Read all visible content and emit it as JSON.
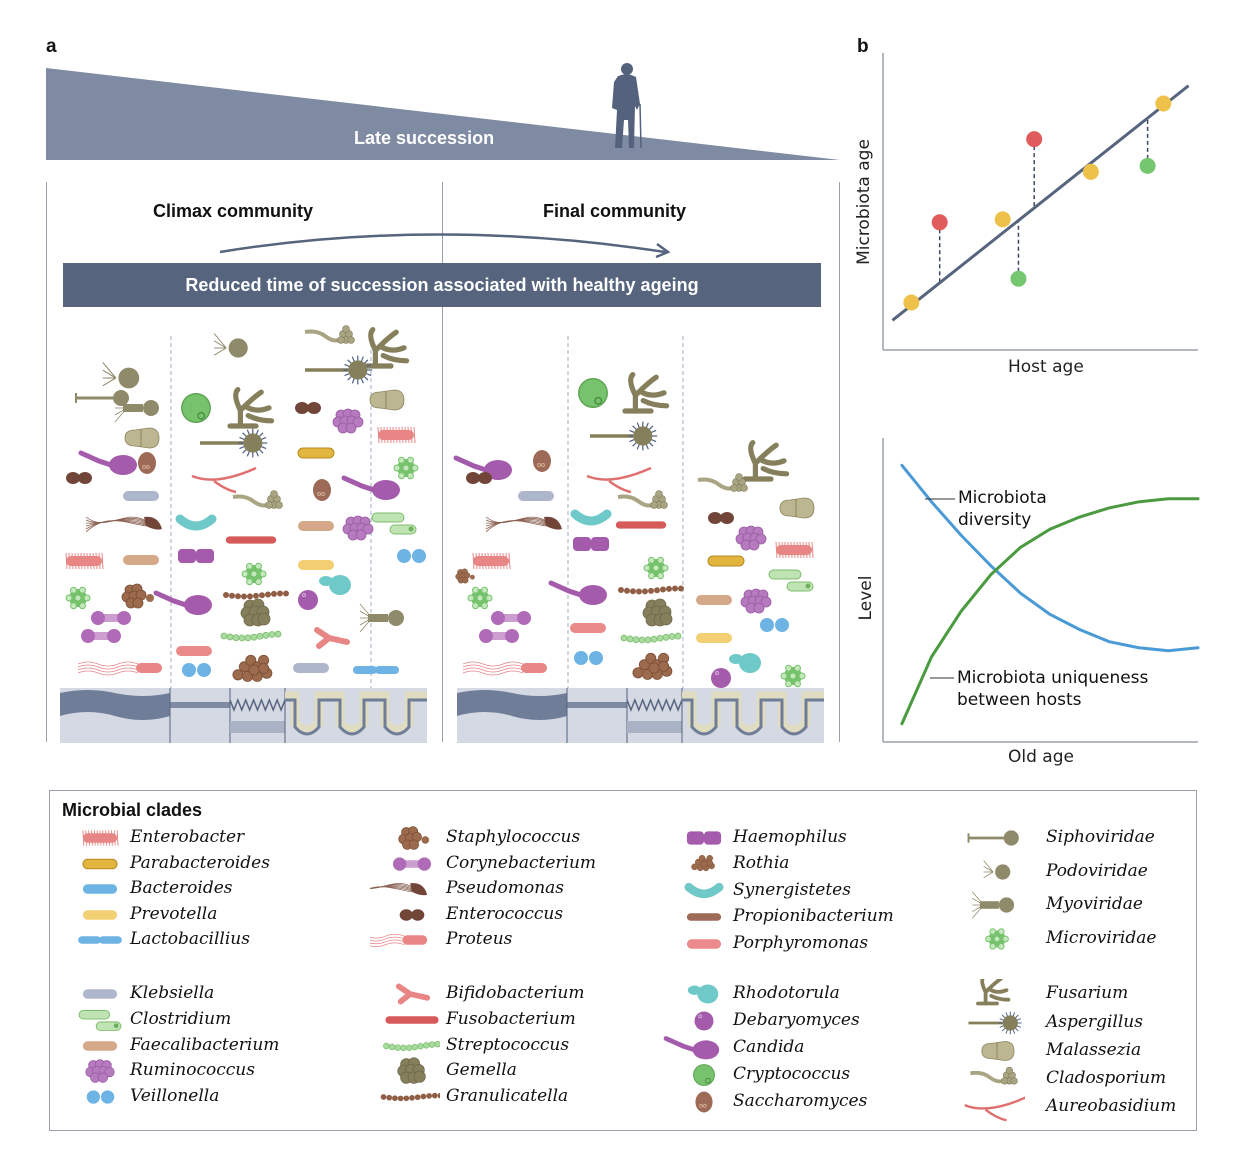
{
  "panel_a": {
    "label": "a",
    "gradient_label": "Late succession",
    "climax_label": "Climax community",
    "final_label": "Final community",
    "banner": "Reduced time of  succession associated with healthy ageing",
    "icons": [
      "elderly-person-icon",
      "arrow-icon",
      "gut-tissue-icon"
    ]
  },
  "panel_b": {
    "label": "b"
  },
  "chart_data": [
    {
      "type": "scatter",
      "title": "",
      "xlabel": "Host age",
      "ylabel": "Microbiota age",
      "xlim": [
        0,
        10
      ],
      "ylim": [
        0,
        10
      ],
      "grid": false,
      "trend_line": {
        "x": [
          0.3,
          9.7
        ],
        "y": [
          1.0,
          8.9
        ]
      },
      "points": [
        {
          "x": 0.9,
          "y": 1.6,
          "color": "#eec14a",
          "status": "on-trend"
        },
        {
          "x": 1.8,
          "y": 4.3,
          "color": "#e05b5b",
          "status": "accelerated"
        },
        {
          "x": 3.8,
          "y": 4.4,
          "color": "#eec14a",
          "status": "on-trend"
        },
        {
          "x": 4.3,
          "y": 2.4,
          "color": "#74c66f",
          "status": "decelerated"
        },
        {
          "x": 4.8,
          "y": 7.1,
          "color": "#e05b5b",
          "status": "accelerated"
        },
        {
          "x": 6.6,
          "y": 6.0,
          "color": "#eec14a",
          "status": "on-trend"
        },
        {
          "x": 8.4,
          "y": 6.2,
          "color": "#74c66f",
          "status": "decelerated"
        },
        {
          "x": 8.9,
          "y": 8.3,
          "color": "#eec14a",
          "status": "on-trend"
        }
      ]
    },
    {
      "type": "line",
      "title": "",
      "xlabel": "Old age",
      "ylabel": "Level",
      "xlim": [
        0,
        10
      ],
      "ylim": [
        0,
        10
      ],
      "grid": false,
      "series": [
        {
          "name": "Microbiota diversity",
          "annotation": [
            "Microbiota",
            "diversity"
          ],
          "color": "#4a9ad6",
          "x": [
            0,
            1,
            2,
            3,
            4,
            5,
            6,
            7,
            8,
            9,
            10
          ],
          "y": [
            9.1,
            7.9,
            6.8,
            5.8,
            4.9,
            4.2,
            3.7,
            3.3,
            3.1,
            3.0,
            3.1
          ]
        },
        {
          "name": "Microbiota uniqueness between hosts",
          "annotation": [
            "Microbiota uniqueness",
            "between hosts"
          ],
          "color": "#4a9a3f",
          "x": [
            0,
            1,
            2,
            3,
            4,
            5,
            6,
            7,
            8,
            9,
            10
          ],
          "y": [
            0.6,
            2.8,
            4.3,
            5.5,
            6.4,
            7.0,
            7.4,
            7.7,
            7.9,
            8.0,
            8.0
          ]
        }
      ]
    }
  ],
  "legend": {
    "title": "Microbial clades",
    "columns": [
      [
        {
          "name": "Enterobacter",
          "icon": "enterobacter-icon",
          "color": "#e88585"
        },
        {
          "name": "Parabacteroides",
          "icon": "parabacteroides-icon",
          "color": "#e2b53f"
        },
        {
          "name": "Bacteroides",
          "icon": "bacteroides-icon",
          "color": "#6db3e4"
        },
        {
          "name": "Prevotella",
          "icon": "prevotella-icon",
          "color": "#f2cf72"
        },
        {
          "name": "Lactobacillius",
          "icon": "lactobacillius-icon",
          "color": "#6db3e4"
        },
        {
          "name": "Klebsiella",
          "icon": "klebsiella-icon",
          "color": "#aeb6cc"
        },
        {
          "name": "Clostridium",
          "icon": "clostridium-icon",
          "color": "#bfe3b3"
        },
        {
          "name": "Faecalibacterium",
          "icon": "faecalibacterium-icon",
          "color": "#d6a88a"
        },
        {
          "name": "Ruminococcus",
          "icon": "ruminococcus-icon",
          "color": "#b67abf"
        },
        {
          "name": "Veillonella",
          "icon": "veillonella-icon",
          "color": "#6db3e4"
        }
      ],
      [
        {
          "name": "Staphylococcus",
          "icon": "staphylococcus-icon",
          "color": "#9c6a4c"
        },
        {
          "name": "Corynebacterium",
          "icon": "corynebacterium-icon",
          "color": "#b06bb8"
        },
        {
          "name": "Pseudomonas",
          "icon": "pseudomonas-icon",
          "color": "#714638"
        },
        {
          "name": "Enterococcus",
          "icon": "enterococcus-icon",
          "color": "#714638"
        },
        {
          "name": "Proteus",
          "icon": "proteus-icon",
          "color": "#e88585"
        },
        {
          "name": "Bifidobacterium",
          "icon": "bifidobacterium-icon",
          "color": "#e88585"
        },
        {
          "name": "Fusobacterium",
          "icon": "fusobacterium-icon",
          "color": "#d65a5a"
        },
        {
          "name": "Streptococcus",
          "icon": "streptococcus-icon",
          "color": "#a9dba0"
        },
        {
          "name": "Gemella",
          "icon": "gemella-icon",
          "color": "#857f5c"
        },
        {
          "name": "Granulicatella",
          "icon": "granulicatella-icon",
          "color": "#8f5e45"
        }
      ],
      [
        {
          "name": "Haemophilus",
          "icon": "haemophilus-icon",
          "color": "#a55bab"
        },
        {
          "name": "Rothia",
          "icon": "rothia-icon",
          "color": "#9c6a4c"
        },
        {
          "name": "Synergistetes",
          "icon": "synergistetes-icon",
          "color": "#6ec9c8"
        },
        {
          "name": "Propionibacterium",
          "icon": "propionibacterium-icon",
          "color": "#9c6a56"
        },
        {
          "name": "Porphyromonas",
          "icon": "porphyromonas-icon",
          "color": "#eb8a8a"
        },
        {
          "name": "Rhodotorula",
          "icon": "rhodotorula-icon",
          "color": "#6ec9c8"
        },
        {
          "name": "Debaryomyces",
          "icon": "debaryomyces-icon",
          "color": "#a55bab"
        },
        {
          "name": "Candida",
          "icon": "candida-icon",
          "color": "#a55bab"
        },
        {
          "name": "Cryptococcus",
          "icon": "cryptococcus-icon",
          "color": "#77c26d"
        },
        {
          "name": "Saccharomyces",
          "icon": "saccharomyces-icon",
          "color": "#9c6a56"
        }
      ],
      [
        {
          "name": "Siphoviridae",
          "icon": "siphoviridae-icon",
          "color": "#8f8a6a"
        },
        {
          "name": "Podoviridae",
          "icon": "podoviridae-icon",
          "color": "#8f8a6a"
        },
        {
          "name": "Myoviridae",
          "icon": "myoviridae-icon",
          "color": "#8f8a6a"
        },
        {
          "name": "Microviridae",
          "icon": "microviridae-icon",
          "color": "#77c26d"
        },
        {
          "name": "Fusarium",
          "icon": "fusarium-icon",
          "color": "#857f5c"
        },
        {
          "name": "Aspergillus",
          "icon": "aspergillus-icon",
          "color": "#857f5c"
        },
        {
          "name": "Malassezia",
          "icon": "malassezia-icon",
          "color": "#bdb791"
        },
        {
          "name": "Cladosporium",
          "icon": "cladosporium-icon",
          "color": "#a9a482"
        },
        {
          "name": "Aureobasidium",
          "icon": "aureobasidium-icon",
          "color": "#e07070"
        }
      ]
    ]
  }
}
